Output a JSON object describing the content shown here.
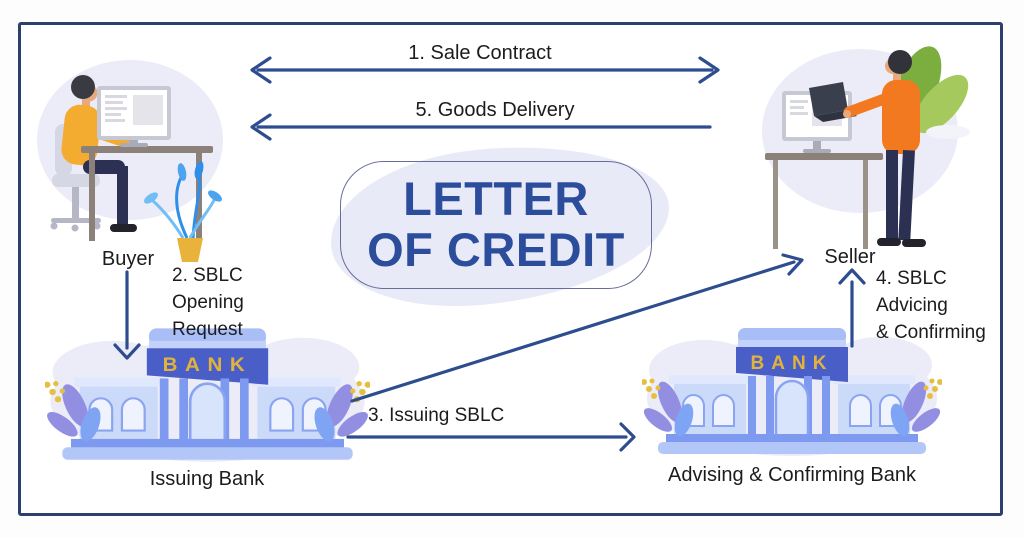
{
  "title": {
    "line1": "LETTER",
    "line2": "OF CREDIT"
  },
  "actors": {
    "buyer": {
      "label": "Buyer"
    },
    "seller": {
      "label": "Seller"
    },
    "issuing_bank": {
      "label": "Issuing Bank",
      "sign_text": "BANK"
    },
    "advising_bank": {
      "label": "Advising & Confirming Bank",
      "sign_text": "BANK"
    }
  },
  "flows": {
    "sale_contract": {
      "label": "1. Sale Contract"
    },
    "goods_delivery": {
      "label": "5. Goods Delivery"
    },
    "sblc_opening_request": {
      "lines": [
        "2. SBLC",
        "Opening",
        "Request"
      ]
    },
    "issuing_sblc": {
      "label": "3. Issuing SBLC"
    },
    "sblc_advising": {
      "lines": [
        "4. SBLC",
        "Advicing",
        "& Confirming"
      ]
    }
  },
  "colors": {
    "frame_border": "#2c3f6e",
    "arrow": "#2e4d8e",
    "title_text": "#2b4d9c",
    "label_text": "#1c1c1e",
    "bank_sign_text": "#e2b33c",
    "bank_building": "#aabff7",
    "blob_background": "#ebecf8",
    "buyer_shirt": "#f3ab30",
    "seller_jacket": "#f2791f"
  }
}
